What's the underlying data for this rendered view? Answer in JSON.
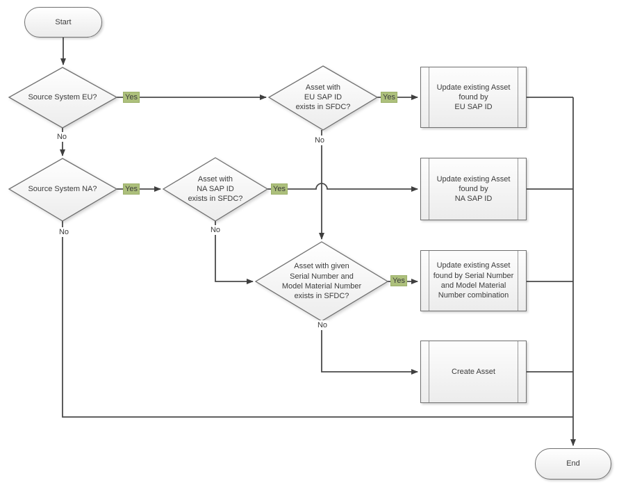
{
  "diagram": {
    "nodes": {
      "start": {
        "label": "Start"
      },
      "decision_eu": {
        "label": "Source System EU?"
      },
      "decision_eu_sap": {
        "label": "Asset with\nEU SAP ID\nexists in SFDC?"
      },
      "process_update_eu": {
        "label": "Update existing Asset\nfound by\nEU SAP ID"
      },
      "decision_na": {
        "label": "Source System NA?"
      },
      "decision_na_sap": {
        "label": "Asset with\nNA SAP ID\nexists in SFDC?"
      },
      "process_update_na": {
        "label": "Update existing Asset\nfound by\nNA SAP ID"
      },
      "decision_serial": {
        "label": "Asset with given\nSerial Number and\nModel Material Number\nexists in SFDC?"
      },
      "process_update_serial": {
        "label": "Update existing Asset\nfound by Serial Number\nand Model Material\nNumber combination"
      },
      "process_create": {
        "label": "Create Asset"
      },
      "end": {
        "label": "End"
      }
    },
    "edge_labels": {
      "yes": "Yes",
      "no": "No"
    },
    "colors": {
      "yes_badge_bg": "#adc07c",
      "line": "#4a4a4a",
      "shape_border": "#6f6f6f",
      "text": "#3b3b3b"
    }
  }
}
